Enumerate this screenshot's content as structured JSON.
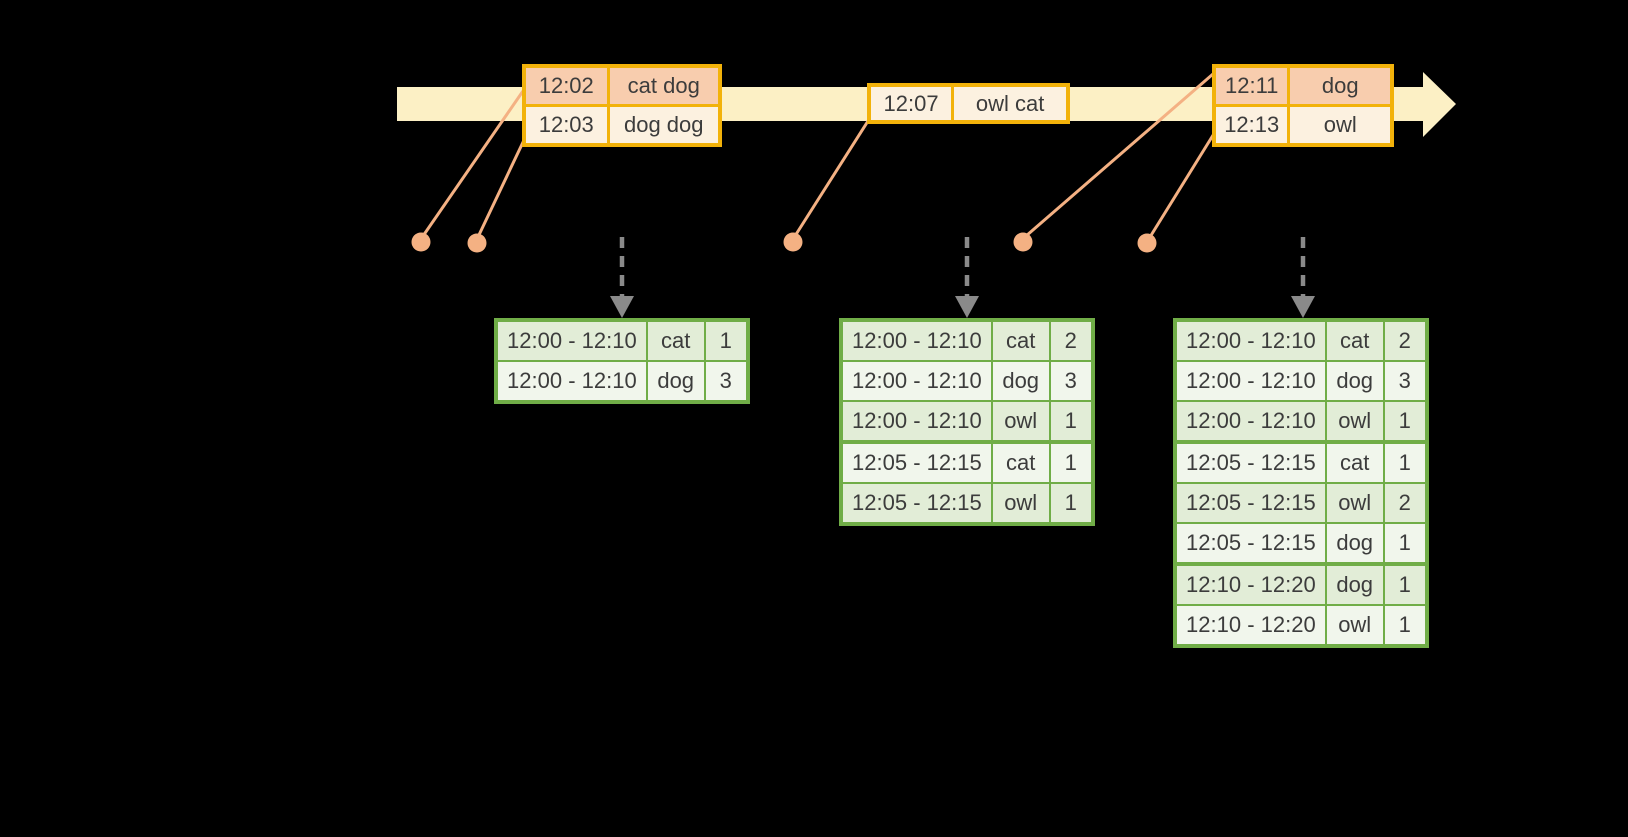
{
  "colors": {
    "background": "#000000",
    "timeline_fill": "#FCF0C5",
    "event_border": "#F2B20A",
    "event_row_dark": "#F8CDAE",
    "event_row_light": "#FCF1E0",
    "connector": "#F4B183",
    "trigger_arrow": "#8A8A8A",
    "result_border": "#70AD47",
    "result_row_dark": "#E2EDD7",
    "result_row_light": "#F1F6EC",
    "text": "#3C3C3C"
  },
  "icons": {
    "timeline_head": "arrow-right-icon",
    "event_marker": "dot-icon",
    "trigger": "dashed-down-arrow-icon"
  },
  "event_stream": {
    "batches": [
      {
        "events": [
          {
            "time": "12:02",
            "words": "cat dog"
          },
          {
            "time": "12:03",
            "words": "dog dog"
          }
        ]
      },
      {
        "events": [
          {
            "time": "12:07",
            "words": "owl cat"
          }
        ]
      },
      {
        "events": [
          {
            "time": "12:11",
            "words": "dog"
          },
          {
            "time": "12:13",
            "words": "owl"
          }
        ]
      }
    ]
  },
  "result_tables": [
    {
      "rows": [
        {
          "window": "12:00 - 12:10",
          "word": "cat",
          "count": "1"
        },
        {
          "window": "12:00 - 12:10",
          "word": "dog",
          "count": "3"
        }
      ]
    },
    {
      "rows": [
        {
          "window": "12:00 - 12:10",
          "word": "cat",
          "count": "2"
        },
        {
          "window": "12:00 - 12:10",
          "word": "dog",
          "count": "3"
        },
        {
          "window": "12:00 - 12:10",
          "word": "owl",
          "count": "1"
        },
        {
          "window": "12:05 - 12:15",
          "word": "cat",
          "count": "1"
        },
        {
          "window": "12:05 - 12:15",
          "word": "owl",
          "count": "1"
        }
      ]
    },
    {
      "rows": [
        {
          "window": "12:00 - 12:10",
          "word": "cat",
          "count": "2"
        },
        {
          "window": "12:00 - 12:10",
          "word": "dog",
          "count": "3"
        },
        {
          "window": "12:00 - 12:10",
          "word": "owl",
          "count": "1"
        },
        {
          "window": "12:05 - 12:15",
          "word": "cat",
          "count": "1"
        },
        {
          "window": "12:05 - 12:15",
          "word": "owl",
          "count": "2"
        },
        {
          "window": "12:05 - 12:15",
          "word": "dog",
          "count": "1"
        },
        {
          "window": "12:10 - 12:20",
          "word": "dog",
          "count": "1"
        },
        {
          "window": "12:10 - 12:20",
          "word": "owl",
          "count": "1"
        }
      ]
    }
  ]
}
